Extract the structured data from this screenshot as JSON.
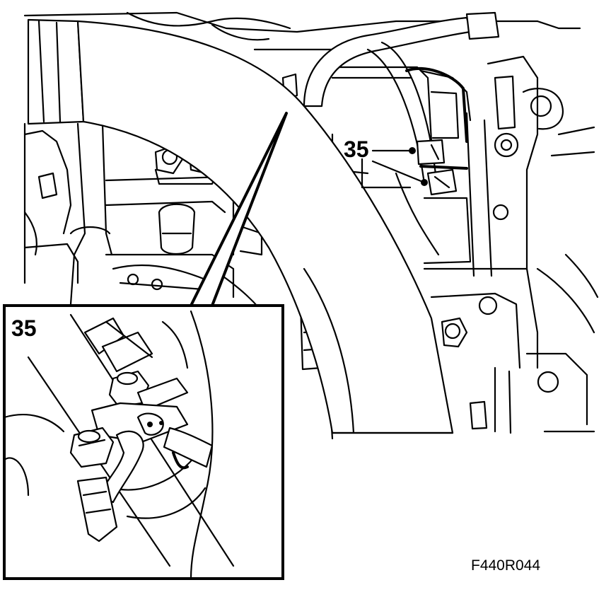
{
  "figure": {
    "callout_label": "35",
    "inset_label": "35",
    "figure_code": "F440R044"
  }
}
